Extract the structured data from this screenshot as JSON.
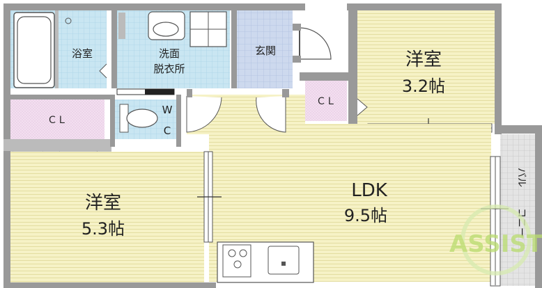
{
  "rooms": {
    "bath": "浴室",
    "washroom_line1": "洗面",
    "washroom_line2": "脱衣所",
    "entrance": "玄関",
    "wc_line1": "W",
    "wc_line2": "C",
    "closet_left": "ＣＬ",
    "closet_center": "ＣＬ",
    "bedroom_small_name": "洋室",
    "bedroom_small_size": "3.2帖",
    "bedroom_large_name": "洋室",
    "bedroom_large_size": "5.3帖",
    "ldk_name": "LDK",
    "ldk_size": "9.5帖",
    "balcony_line1": "バル",
    "balcony_line2": "コニー"
  },
  "watermark": "ASSIST",
  "colors": {
    "floor_wood": "#f6f2c6",
    "floor_lines": "#e3dda0",
    "tile_blue": "#c9e6f2",
    "tile_grid": "#9fcbe0",
    "entrance_blue": "#cdd9ee",
    "closet_pink": "#f3dff0",
    "wall": "#8a8a8a",
    "balcony_gray": "#dcdcdc",
    "watermark_green": "#b9dc6e"
  }
}
